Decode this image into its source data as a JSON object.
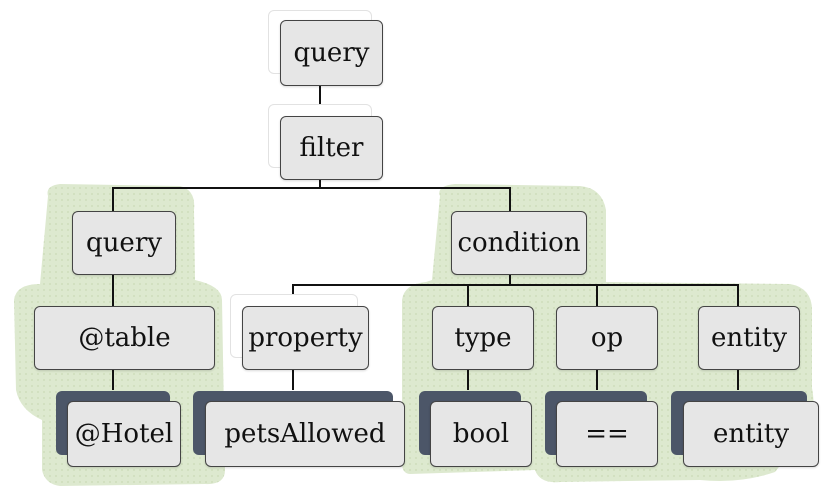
{
  "nodes": {
    "root_query": "query",
    "filter": "filter",
    "left_query": "query",
    "condition": "condition",
    "table": "@table",
    "property": "property",
    "type": "type",
    "op": "op",
    "entity": "entity",
    "hotel": "@Hotel",
    "pets_allowed": "petsAllowed",
    "bool": "bool",
    "equals": "==",
    "entity_value": "entity"
  },
  "colors": {
    "highlight": "#dde9cf",
    "dark_tab": "#4c5668",
    "node_fill": "#e6e6e6",
    "edge": "#111111"
  }
}
